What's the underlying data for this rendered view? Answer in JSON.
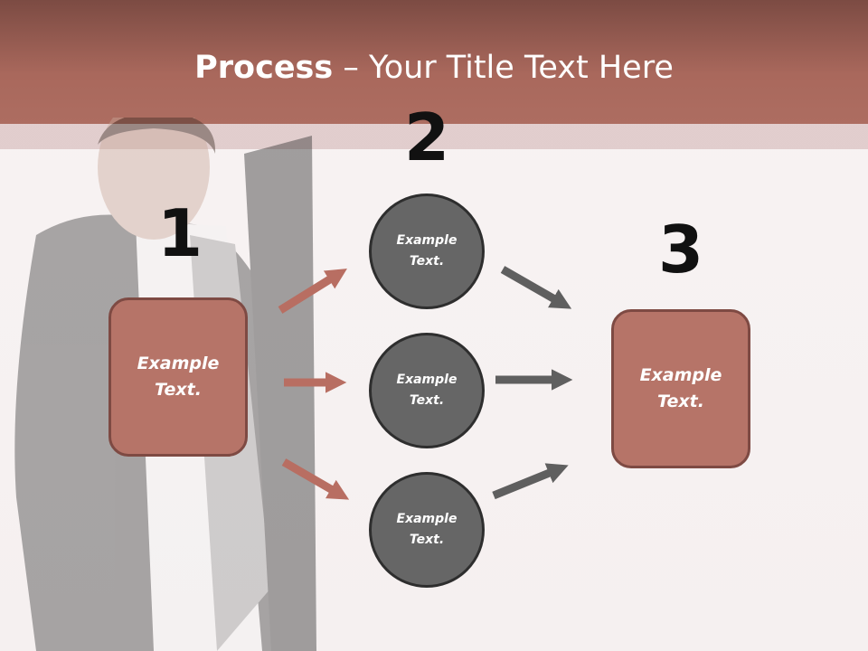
{
  "title": {
    "bold": "Process",
    "rest": " – Your Title Text Here"
  },
  "steps": [
    {
      "number": "1",
      "text": "Example Text."
    },
    {
      "number": "2",
      "items": [
        "Example Text.",
        "Example Text.",
        "Example Text."
      ]
    },
    {
      "number": "3",
      "text": "Example Text."
    }
  ],
  "colors": {
    "accent": "#b67468",
    "accent_border": "#7e4a43",
    "circle": "#666666",
    "circle_border": "#2e2e2e",
    "arrow_left": "#b86e62",
    "arrow_right": "#5f5f5f"
  }
}
